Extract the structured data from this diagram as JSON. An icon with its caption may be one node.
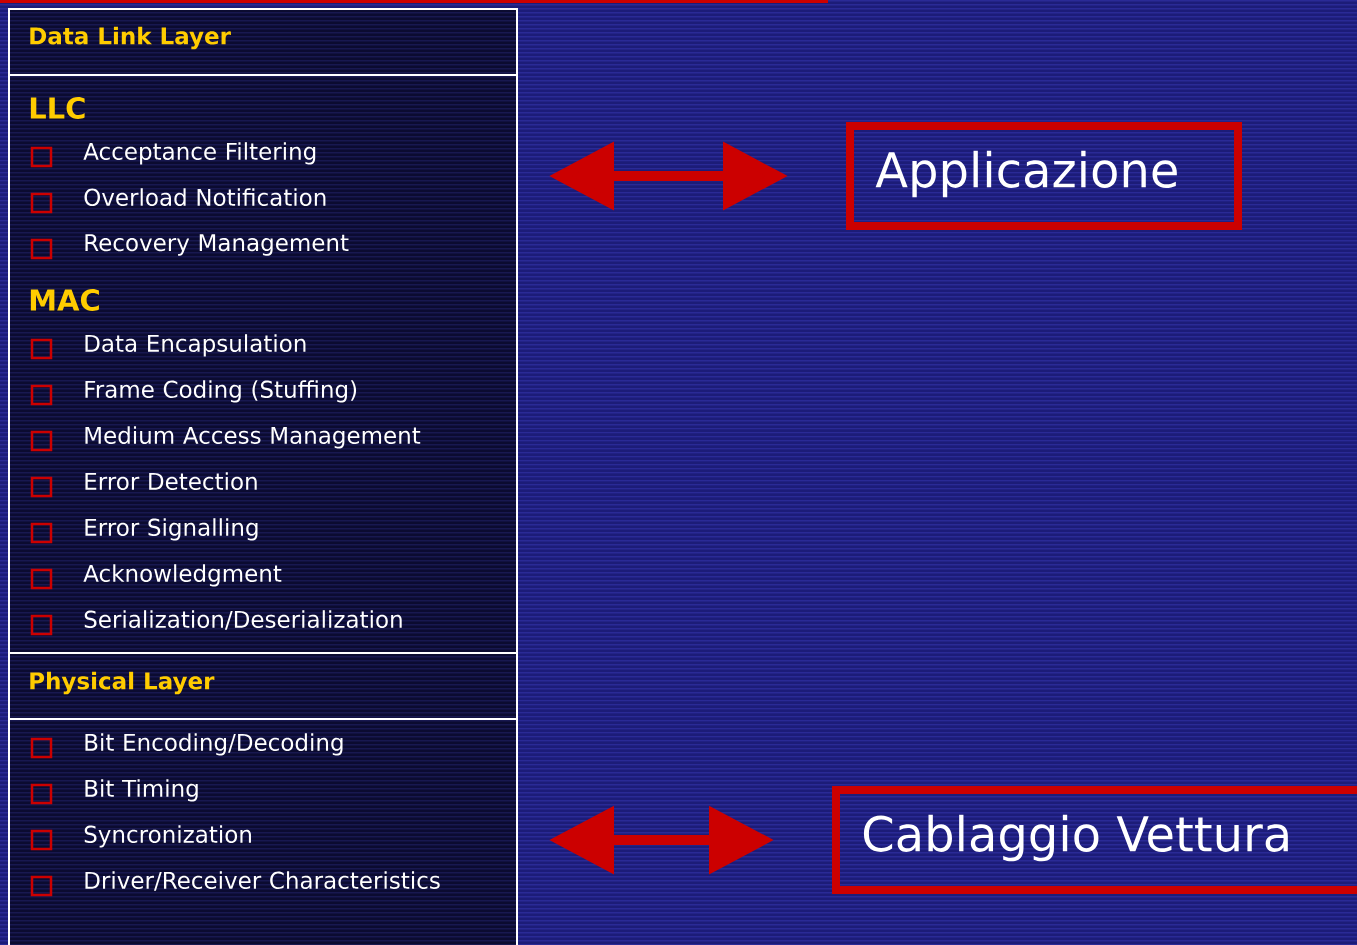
{
  "diagram": {
    "nodes": [
      {
        "text": [
          "Data Link Layer"
        ]
      },
      {
        "text": [
          "LLC",
          "Acceptance Filtering",
          "Overload Notification",
          "Recovery Management",
          "MAC",
          "Data Encapsulation",
          "Frame Coding (Stuffing)",
          "Medium Access Management",
          "Error Detection",
          "Error Signalling",
          "Acknowledgment",
          "Serialization/Deserialization"
        ]
      },
      {
        "text": [
          "Physical Layer"
        ]
      },
      {
        "text": [
          "Bit Encoding/Decoding",
          "Bit Timing",
          "Syncronization",
          "Driver/Receiver Characteristics"
        ]
      },
      {
        "text": [
          "Applicazione"
        ]
      },
      {
        "text": [
          "Cablaggio Vettura"
        ]
      }
    ],
    "edges": [
      {
        "from": 1,
        "to": 4,
        "arrow": "both"
      },
      {
        "from": 3,
        "to": 5,
        "arrow": "both"
      }
    ]
  }
}
